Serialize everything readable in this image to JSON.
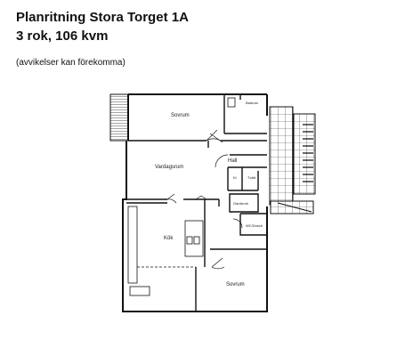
{
  "header": {
    "title": "Planritning Stora Torget 1A",
    "subtitle": "3 rok, 106 kvm",
    "note": "(avvikelser kan förekomma)"
  },
  "rooms": {
    "sovrum_top": "Sovrum",
    "badrum": "Badrum",
    "vardagsrum": "Vardagsrum",
    "hall": "Hall",
    "kl": "Kl.",
    "tvatt": "Tvätt",
    "garderob": "Garderob",
    "wc_dusch": "WC/Dusch",
    "kok": "Kök",
    "sovrum_bottom": "Sovrum"
  }
}
